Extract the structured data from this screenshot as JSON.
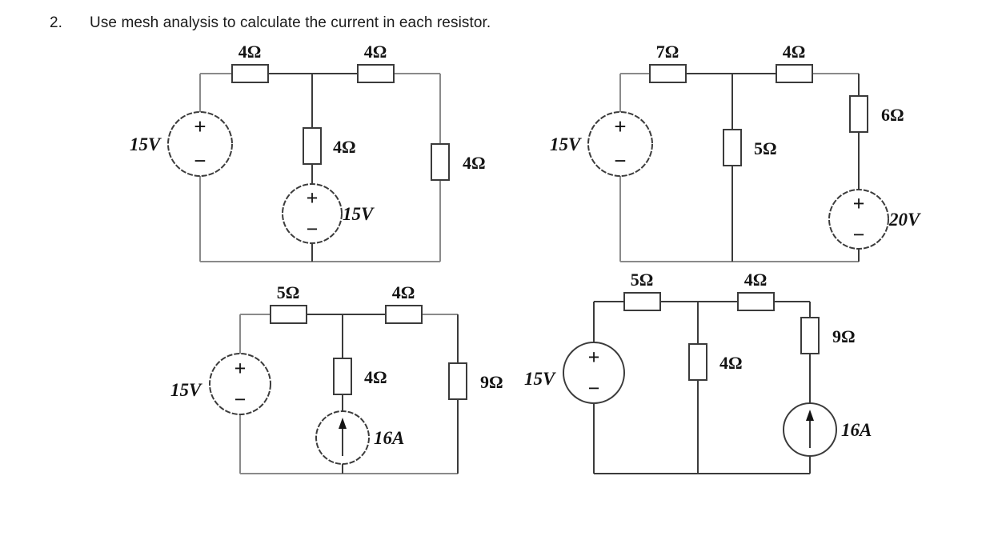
{
  "question": {
    "number": "2.",
    "text": "Use mesh analysis to calculate the current in each resistor."
  },
  "circuits": [
    {
      "id": "circuit-1",
      "position": "top-left",
      "components": {
        "source_left": "15V",
        "top_resistor_left": "4Ω",
        "top_resistor_right": "4Ω",
        "middle_resistor": "4Ω",
        "middle_source": "15V",
        "right_resistor": "4Ω"
      }
    },
    {
      "id": "circuit-2",
      "position": "top-right",
      "components": {
        "source_left": "15V",
        "top_resistor_left": "7Ω",
        "top_resistor_right": "4Ω",
        "middle_resistor": "5Ω",
        "right_resistor": "6Ω",
        "right_source": "20V"
      }
    },
    {
      "id": "circuit-3",
      "position": "bottom-left",
      "components": {
        "source_left": "15V",
        "top_resistor_left": "5Ω",
        "top_resistor_right": "4Ω",
        "middle_resistor": "4Ω",
        "middle_source": "16A",
        "right_resistor": "9Ω"
      }
    },
    {
      "id": "circuit-4",
      "position": "bottom-right",
      "components": {
        "source_left": "15V",
        "top_resistor_left": "5Ω",
        "top_resistor_right": "4Ω",
        "middle_resistor": "4Ω",
        "right_resistor": "9Ω",
        "right_source": "16A"
      }
    }
  ],
  "symbols": {
    "plus": "+",
    "minus": "−"
  },
  "colors": {
    "wire": "#8a8a8a",
    "wire_dark": "#3b3b3b",
    "text": "#141414",
    "background": "#ffffff"
  }
}
